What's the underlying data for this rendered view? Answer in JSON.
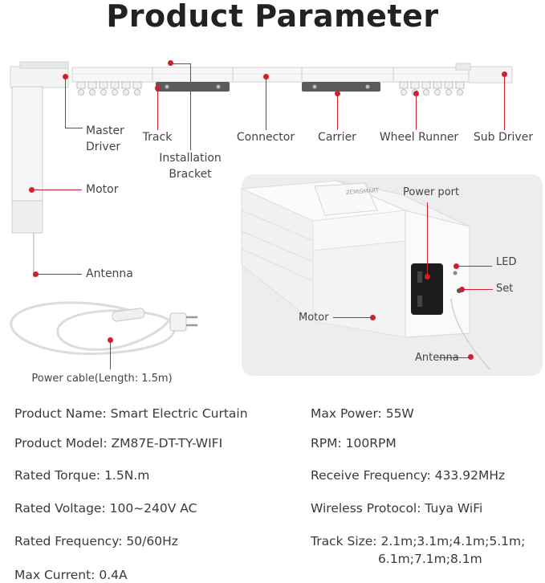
{
  "title": "Product Parameter",
  "labels": {
    "master_driver": [
      "Master",
      "Driver"
    ],
    "track": "Track",
    "installation_bracket": [
      "Installation",
      "Bracket"
    ],
    "connector": "Connector",
    "carrier": "Carrier",
    "wheel_runner": "Wheel Runner",
    "sub_driver": "Sub Driver",
    "motor": "Motor",
    "antenna": "Antenna",
    "power_cable": "Power cable(Length: 1.5m)",
    "inset_power_port": "Power port",
    "inset_led": "LED",
    "inset_set": "Set",
    "inset_motor": "Motor",
    "inset_antenna": "Antenna",
    "inset_brand": "ZEMISMART"
  },
  "specs_left": [
    "Product Name: Smart Electric Curtain",
    "Product Model: ZM87E-DT-TY-WIFI",
    "Rated Torque: 1.5N.m",
    "Rated Voltage: 100~240V AC",
    "Rated Frequency: 50/60Hz",
    "Max Current: 0.4A"
  ],
  "specs_right": [
    "Max Power: 55W",
    "RPM: 100RPM",
    "Receive Frequency: 433.92MHz",
    "Wireless Protocol: Tuya WiFi",
    "Track Size: 2.1m;3.1m;4.1m;5.1m;",
    "6.1m;7.1m;8.1m"
  ],
  "colors": {
    "accent": "#d0202f",
    "text": "#3a3a3a",
    "inset_bg": "#ededed"
  }
}
